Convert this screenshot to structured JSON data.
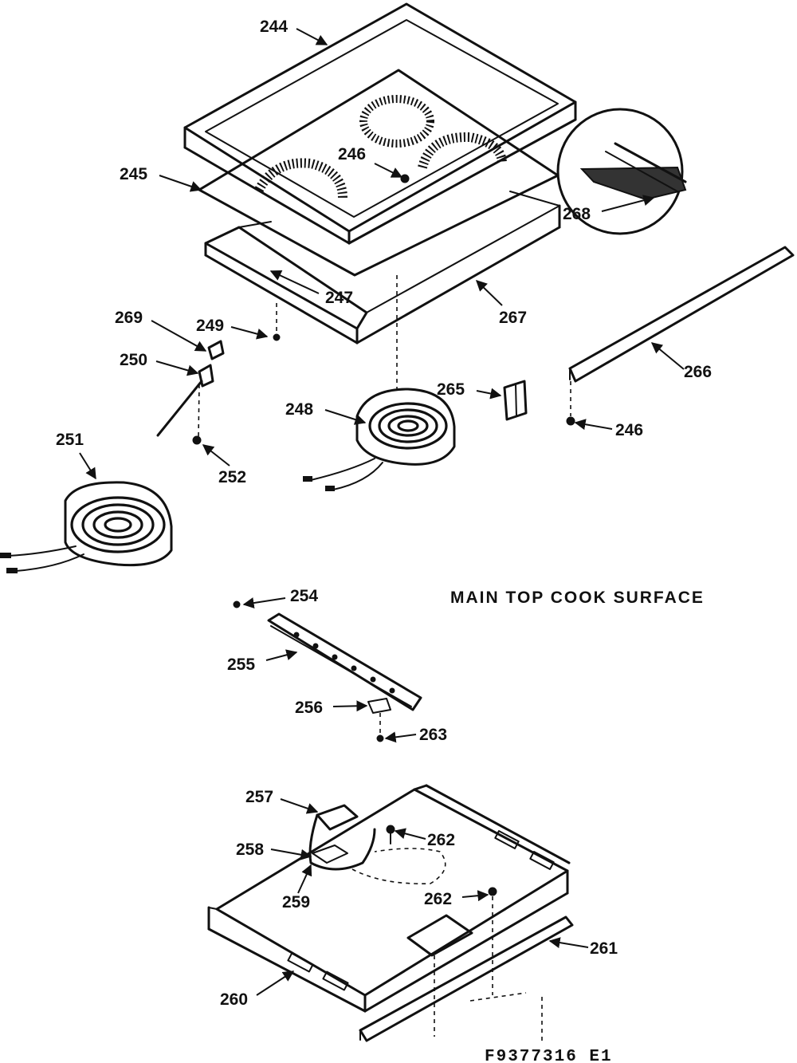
{
  "title": "MAIN TOP COOK SURFACE",
  "figure_code": "F9377316 E1",
  "callouts": {
    "p244": "244",
    "p245": "245",
    "p246a": "246",
    "p246b": "246",
    "p247": "247",
    "p248": "248",
    "p249": "249",
    "p250": "250",
    "p251": "251",
    "p252": "252",
    "p254": "254",
    "p255": "255",
    "p256": "256",
    "p257": "257",
    "p258": "258",
    "p259": "259",
    "p260": "260",
    "p261": "261",
    "p262a": "262",
    "p262b": "262",
    "p263": "263",
    "p265": "265",
    "p266": "266",
    "p267": "267",
    "p268": "268",
    "p269": "269"
  }
}
